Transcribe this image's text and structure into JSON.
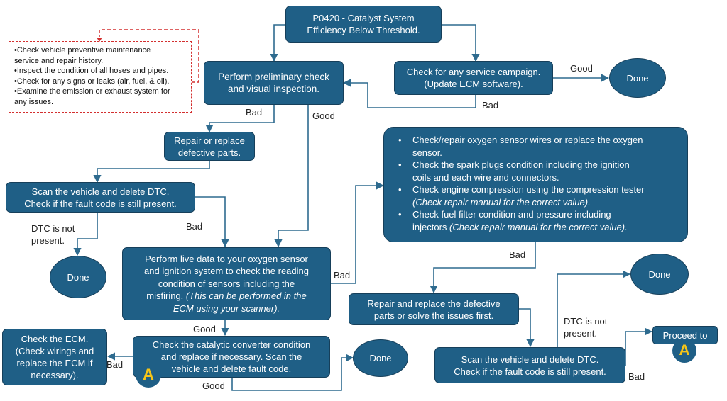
{
  "nodes": {
    "p0420": [
      "P0420 - Catalyst System",
      "Efficiency Below Threshold."
    ],
    "preliminary": [
      "Perform preliminary check",
      "and visual inspection."
    ],
    "campaign": [
      "Check for any service campaign.",
      "(Update ECM software)."
    ],
    "repair1": [
      "Repair or replace",
      "defective parts."
    ],
    "scan1": [
      "Scan the vehicle and delete DTC.",
      "Check if the fault code is still present."
    ],
    "live": {
      "line1": "Perform live data to your oxygen sensor",
      "line2": "and ignition system to check the reading",
      "line3": "condition of sensors including the",
      "line4_plain": "misfiring. ",
      "line4_italic": "(This can be performed in the",
      "line5_italic": "ECM using your scanner)."
    },
    "catalytic": [
      "Check the catalytic converter condition",
      "and replace if necessary. Scan the",
      "vehicle and delete fault code."
    ],
    "ecm": [
      "Check the ECM.",
      "(Check wirings and",
      "replace the ECM if",
      "necessary)."
    ],
    "repair2": [
      "Repair  and replace the defective",
      "parts or  solve the issues first."
    ],
    "scan2": [
      "Scan the vehicle and delete DTC.",
      "Check if the fault code is still present."
    ],
    "proceed": "Proceed to",
    "done": "Done"
  },
  "checklist": {
    "b1": "Check/repair oxygen sensor wires or replace the oxygen",
    "b1b": "sensor.",
    "b2": "Check the spark plugs condition including the ignition",
    "b2b": "coils and each wire  and connectors.",
    "b3": "Check engine compression using the compression tester",
    "b3b": "(Check repair manual for the correct value).",
    "b4": "Check fuel filter condition and pressure including",
    "b4b_plain": "injectors ",
    "b4b_italic": "(Check repair manual for the correct value)."
  },
  "note": [
    "•Check vehicle preventive maintenance",
    "service and repair history.",
    "•Inspect the condition of all hoses and pipes.",
    "•Check for any signs or leaks (air, fuel, & oil).",
    "•Examine the emission or exhaust system for",
    "any issues."
  ],
  "labels": {
    "good": "Good",
    "bad": "Bad",
    "dtc_not": "DTC is not",
    "present": "present.",
    "connector": "A"
  },
  "colors": {
    "box": "#1f5f86",
    "line": "#2e6b8f",
    "note_border": "#d32f2f",
    "badge_letter": "#f5c518"
  }
}
